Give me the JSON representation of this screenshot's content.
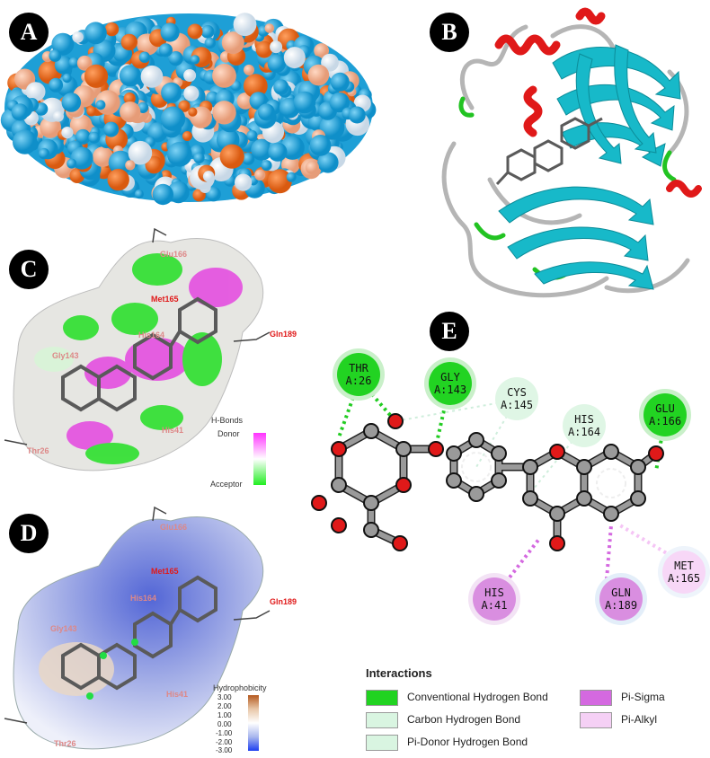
{
  "panel_labels": {
    "a": "A",
    "b": "B",
    "c": "C",
    "d": "D",
    "e": "E"
  },
  "panel_c": {
    "residues": {
      "met165": "Met165",
      "gln189": "Gln189",
      "his41": "His41",
      "glu166": "Glu166",
      "thr26": "Thr26",
      "gly143": "Gly143",
      "his164": "His164"
    },
    "legend_title": "H-Bonds",
    "legend_top": "Donor",
    "legend_bottom": "Acceptor"
  },
  "panel_d": {
    "residues": {
      "met165": "Met165",
      "gln189": "Gln189",
      "his41": "His41",
      "glu166": "Glu166",
      "thr26": "Thr26",
      "gly143": "Gly143",
      "his164": "His164"
    },
    "legend_title": "Hydrophobicity",
    "ticks": [
      "3.00",
      "2.00",
      "1.00",
      "0.00",
      "-1.00",
      "-2.00",
      "-3.00"
    ]
  },
  "panel_e": {
    "residues": [
      {
        "id": "thr26",
        "line1": "THR",
        "line2": "A:26",
        "type": "conventional"
      },
      {
        "id": "gly143",
        "line1": "GLY",
        "line2": "A:143",
        "type": "conventional"
      },
      {
        "id": "cys145",
        "line1": "CYS",
        "line2": "A:145",
        "type": "carbon"
      },
      {
        "id": "his164",
        "line1": "HIS",
        "line2": "A:164",
        "type": "pidonor"
      },
      {
        "id": "glu166",
        "line1": "GLU",
        "line2": "A:166",
        "type": "conventional"
      },
      {
        "id": "his41",
        "line1": "HIS",
        "line2": "A:41",
        "type": "pisigma"
      },
      {
        "id": "gln189",
        "line1": "GLN",
        "line2": "A:189",
        "type": "pisigma"
      },
      {
        "id": "met165",
        "line1": "MET",
        "line2": "A:165",
        "type": "pialkyl"
      }
    ],
    "legend": {
      "title": "Interactions",
      "items": [
        {
          "label": "Conventional Hydrogen Bond",
          "color": "#21d321"
        },
        {
          "label": "Carbon Hydrogen Bond",
          "color": "#d9f5e1"
        },
        {
          "label": "Pi-Donor Hydrogen Bond",
          "color": "#d9f5e1"
        },
        {
          "label": "Pi-Sigma",
          "color": "#d469e0"
        },
        {
          "label": "Pi-Alkyl",
          "color": "#f5d0f5"
        }
      ]
    }
  }
}
